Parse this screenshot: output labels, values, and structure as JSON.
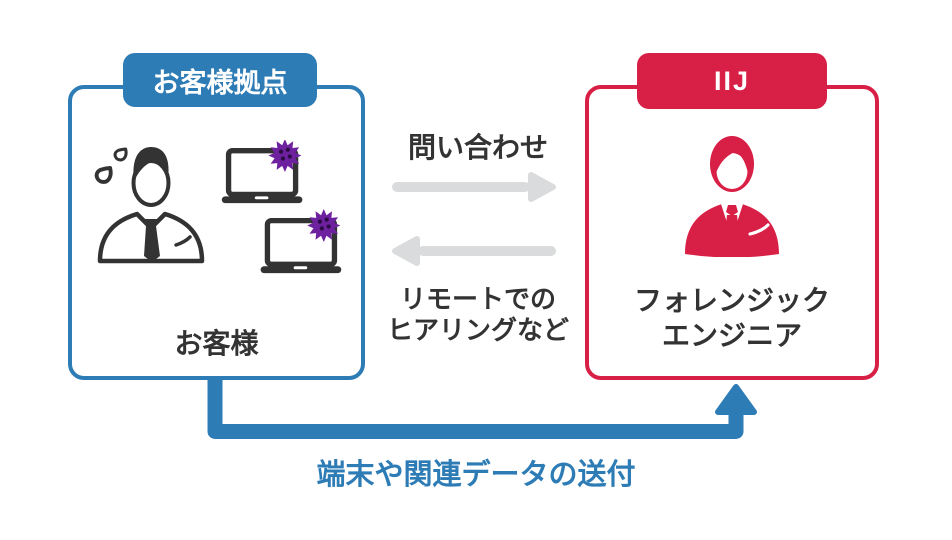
{
  "left_box": {
    "badge": "お客様拠点",
    "label": "お客様"
  },
  "right_box": {
    "badge": "IIJ",
    "label_line1": "フォレンジック",
    "label_line2": "エンジニア"
  },
  "flows": {
    "inquiry": "問い合わせ",
    "remote_line1": "リモートでの",
    "remote_line2": "ヒアリングなど",
    "send": "端末や関連データの送付"
  },
  "colors": {
    "blue": "#2e7cb5",
    "red": "#d81f46",
    "text_dark": "#333333",
    "arrow_gray": "#d9dbdd",
    "virus_purple": "#6e219f",
    "background": "#ffffff"
  },
  "icons": {
    "left": [
      "sweat-drops-icon",
      "worried-customer-icon",
      "infected-laptop-icon",
      "virus-icon"
    ],
    "right": [
      "forensic-engineer-icon"
    ],
    "middle": [
      "arrow-right-icon",
      "arrow-left-icon"
    ],
    "bottom": [
      "send-path-arrow-icon"
    ]
  }
}
